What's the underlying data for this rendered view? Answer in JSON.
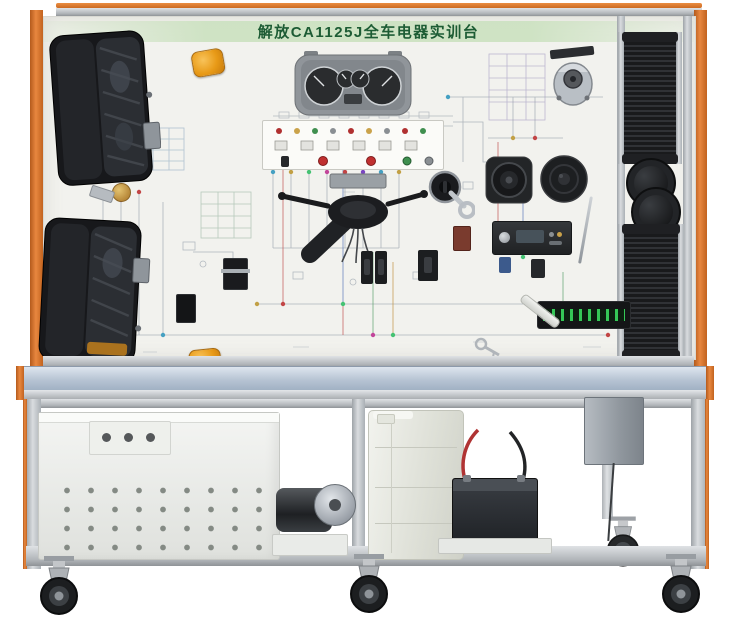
{
  "board": {
    "title": "解放CA1125J全车电器实训台"
  },
  "colors": {
    "frame_orange": "#d9752c",
    "aluminum": "#c7cbcf",
    "panel_white": "#f2f2ee",
    "title_text_green": "#1d5c34",
    "title_band_green": "#cde2c2",
    "tabletop_blue_gray": "#b6c3d3",
    "marker_lamp_amber": "#e89a17",
    "led_green": "#35c857"
  },
  "components": [
    "left-headlight-upper",
    "left-headlight-lower",
    "side-marker-lamp-top",
    "side-marker-lamp-bottom",
    "instrument-cluster",
    "switch-indicator-strip",
    "steering-column-switch",
    "ignition-switch-with-key",
    "door-speaker-square",
    "door-speaker-round",
    "wiper-motor",
    "heater-radiator-upper",
    "horn-pair",
    "heater-radiator-lower",
    "radio-unit",
    "antenna-rod",
    "led-display",
    "spare-key",
    "wiper-blade",
    "relay-module",
    "relay-module-bracketed",
    "rocker-switch-pair",
    "rocker-switch",
    "flasher-unit",
    "printed-wiring-diagram",
    "vented-cabinet",
    "blower-motor",
    "washer-fluid-tank",
    "battery-with-cables",
    "junction-box",
    "caster-wheel"
  ]
}
